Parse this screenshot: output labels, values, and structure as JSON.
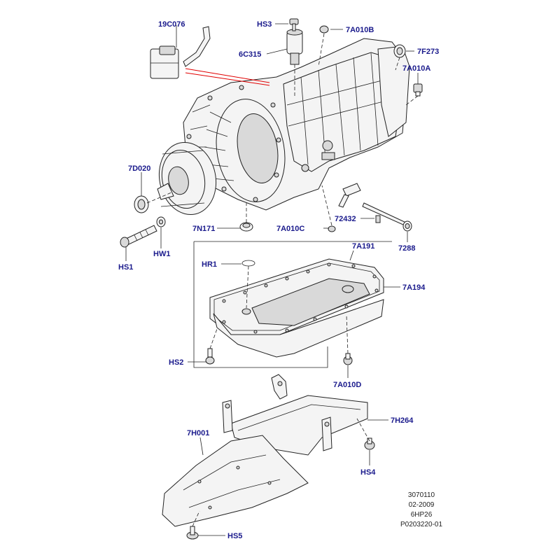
{
  "callouts": {
    "c19C076": "19C076",
    "cHS3": "HS3",
    "c7A010B": "7A010B",
    "c6C315": "6C315",
    "c7F273": "7F273",
    "c7A010A": "7A010A",
    "c7D020": "7D020",
    "c72432": "72432",
    "c7N171": "7N171",
    "c7A010C": "7A010C",
    "c7288": "7288",
    "cHS1": "HS1",
    "cHW1": "HW1",
    "cHR1": "HR1",
    "c7A191": "7A191",
    "c7A194": "7A194",
    "cHS2": "HS2",
    "c7A010D": "7A010D",
    "c7H264": "7H264",
    "c7H001": "7H001",
    "cHS4": "HS4",
    "cHS5": "HS5"
  },
  "footer": {
    "line1": "3070110",
    "line2": "02-2009",
    "line3": "6HP26",
    "line4": "P0203220-01"
  },
  "colors": {
    "callout_text": "#1a1a8c",
    "leader_line": "#222222",
    "highlight_line": "#e00000"
  }
}
